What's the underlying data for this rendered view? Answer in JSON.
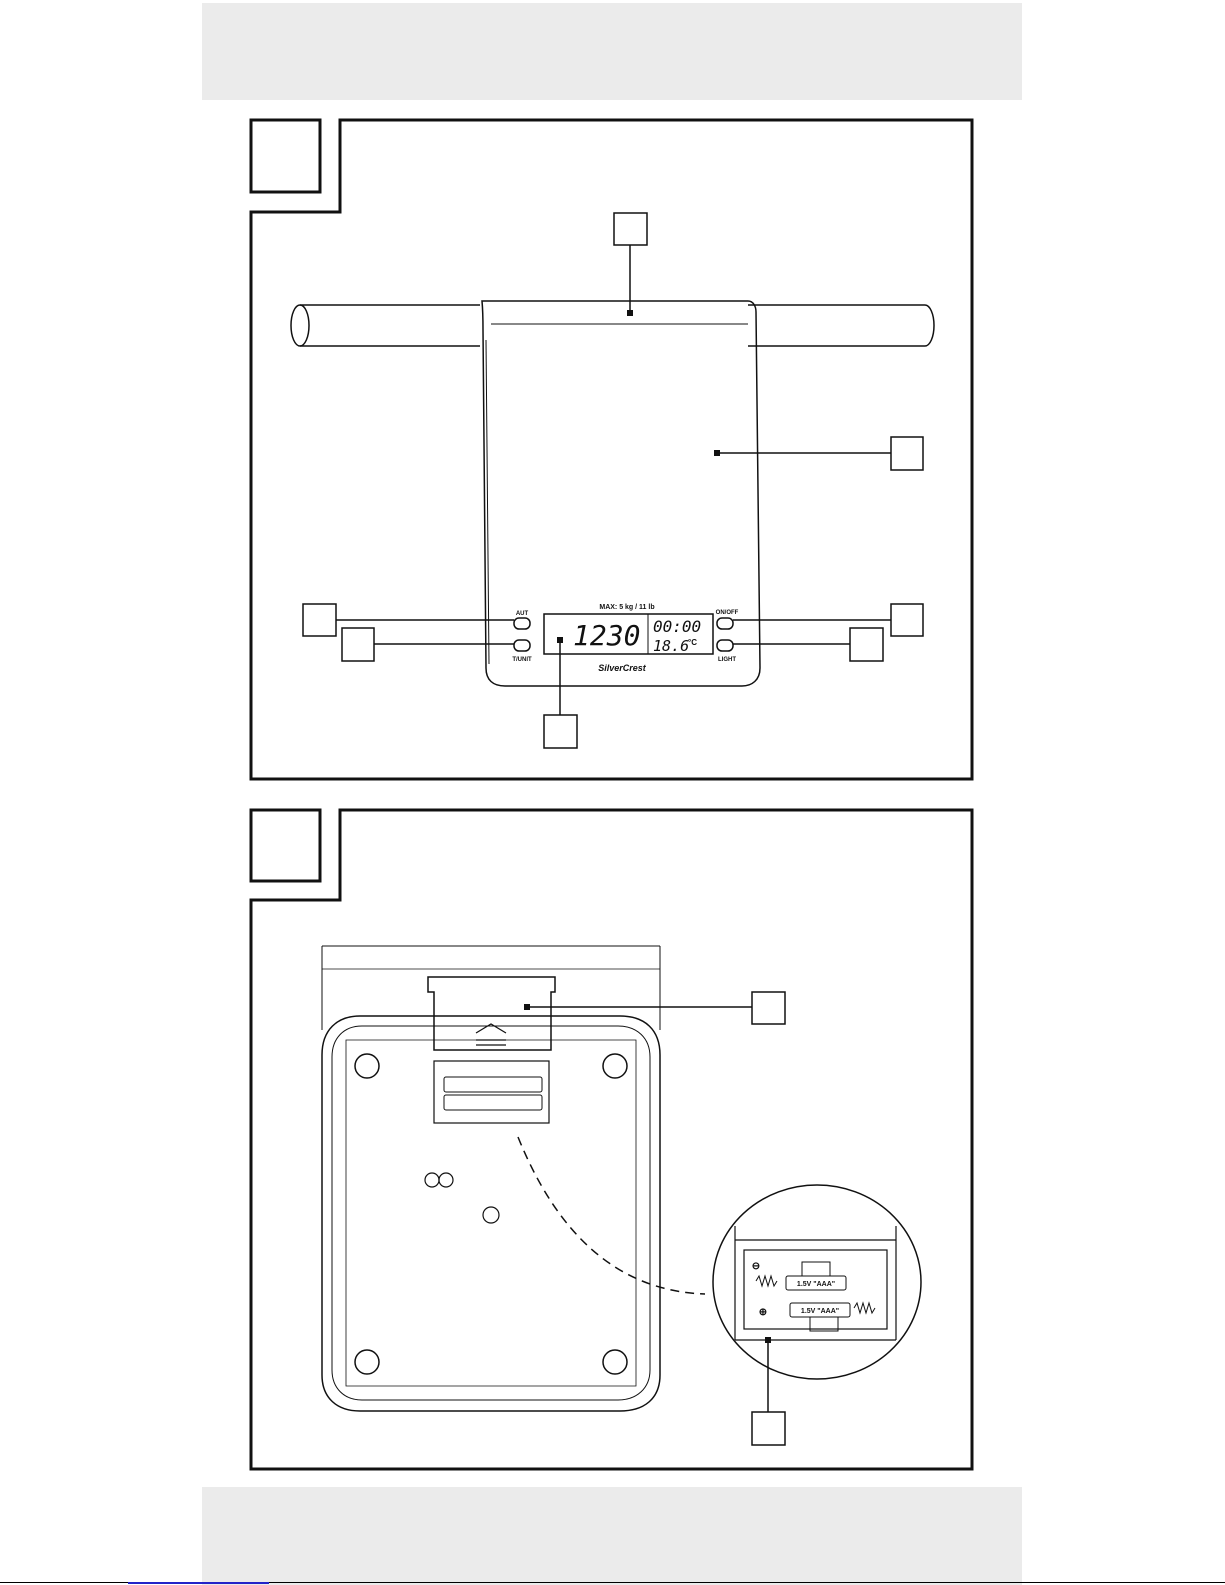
{
  "scale_labels": {
    "max_capacity": "MAX: 5 kg / 11 lb",
    "brand": "SilverCrest",
    "button_top_left": "AUT",
    "button_bottom_left": "T/UNIT",
    "button_top_right": "ON/OFF",
    "button_bottom_right": "LIGHT"
  },
  "display": {
    "main_reading": "1230",
    "time_reading": "00:00",
    "temperature_reading": "18.6",
    "temperature_unit": "°C"
  },
  "battery_compartment": {
    "battery_upper": "1.5V \"AAA\"",
    "battery_lower": "1.5V \"AAA\"",
    "minus_symbol": "⊖",
    "plus_symbol": "⊕"
  }
}
